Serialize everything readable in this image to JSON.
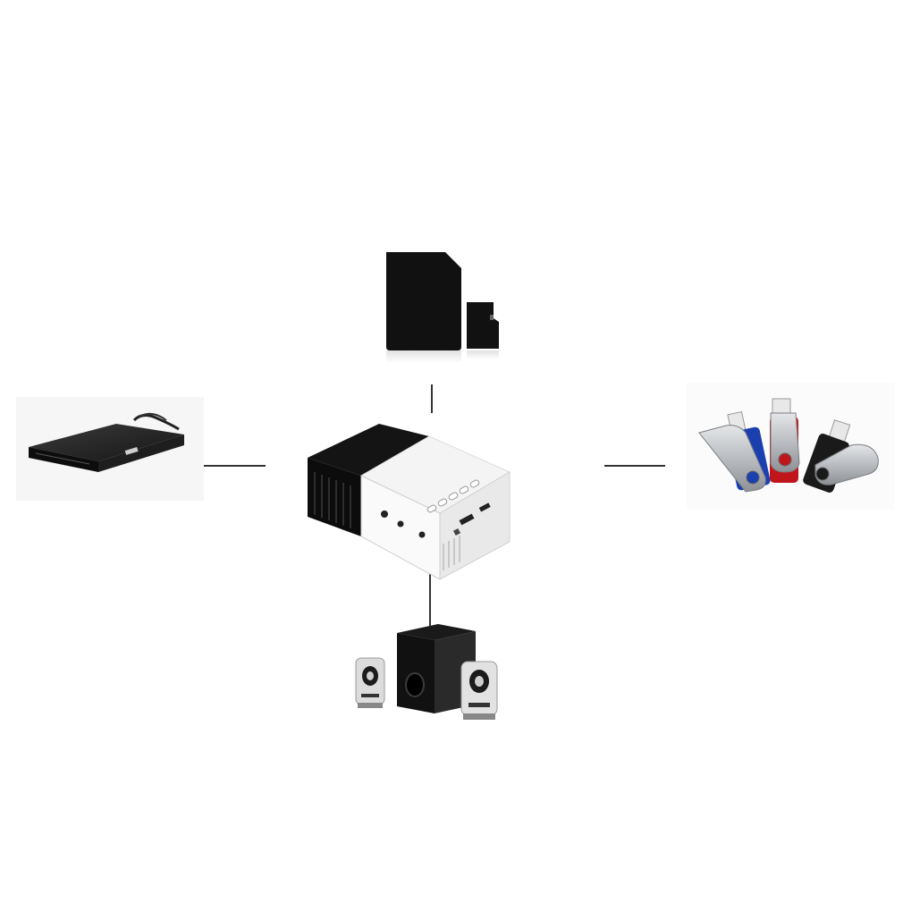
{
  "diagram": {
    "center": {
      "icon": "mini-projector-icon"
    },
    "peripherals": [
      {
        "id": "sd-card",
        "icon": "sd-card-icon",
        "position": "top"
      },
      {
        "id": "dvd-player",
        "icon": "dvd-player-icon",
        "position": "left"
      },
      {
        "id": "usb-drives",
        "icon": "usb-flash-drive-icon",
        "position": "right"
      },
      {
        "id": "speakers",
        "icon": "speaker-system-icon",
        "position": "bottom"
      }
    ]
  },
  "colors": {
    "background": "#ffffff",
    "connector": "#333333",
    "black_plastic": "#111111",
    "white_plastic": "#f7f7f7",
    "usb_blue": "#1c3fb0",
    "usb_red": "#c0161b",
    "usb_black": "#1a1a1a",
    "metal": "#b9bcc0"
  }
}
